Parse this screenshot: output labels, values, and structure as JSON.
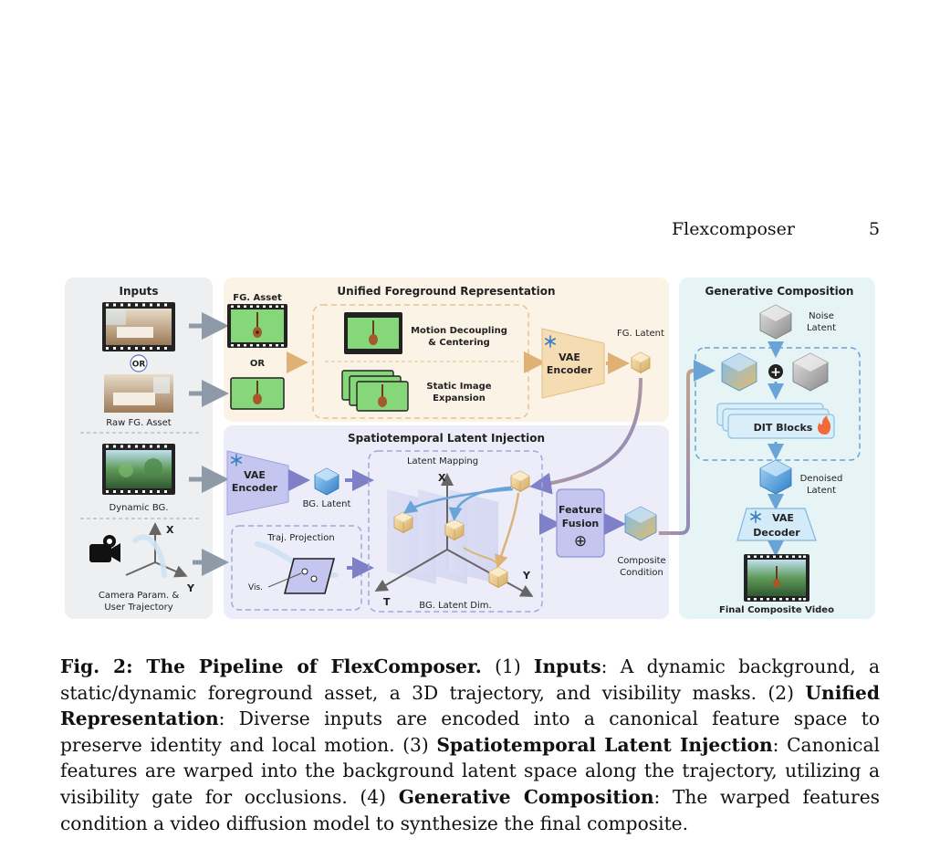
{
  "header": {
    "title": "Flexcomposer",
    "page_number": "5"
  },
  "figure": {
    "inputs": {
      "title": "Inputs",
      "or_badge": "OR",
      "raw_fg_label": "Raw FG. Asset",
      "dynamic_bg_label": "Dynamic BG.",
      "axis_x": "X",
      "axis_y": "Y",
      "camera_label_1": "Camera Param. &",
      "camera_label_2": "User Trajectory"
    },
    "unified": {
      "title": "Unified Foreground Representation",
      "fg_asset_label": "FG. Asset",
      "or_label": "OR",
      "motion_line1": "Motion Decoupling",
      "motion_line2": "& Centering",
      "static_line1": "Static Image",
      "static_line2": "Expansion",
      "vae_line1": "VAE",
      "vae_line2": "Encoder",
      "fg_latent_label": "FG. Latent"
    },
    "spatiotemporal": {
      "title": "Spatiotemporal Latent Injection",
      "vae_line1": "VAE",
      "vae_line2": "Encoder",
      "bg_latent_label": "BG. Latent",
      "traj_projection": "Traj. Projection",
      "vis_label": "Vis.",
      "latent_mapping": "Latent Mapping",
      "axis_x": "X",
      "axis_y": "Y",
      "axis_t": "T",
      "bg_latent_dim": "BG. Latent Dim.",
      "fusion_line1": "Feature",
      "fusion_line2": "Fusion",
      "fusion_symbol": "⊕",
      "composite_line1": "Composite",
      "composite_line2": "Condition"
    },
    "generative": {
      "title": "Generative Composition",
      "noise_line1": "Noise",
      "noise_line2": "Latent",
      "plus_symbol": "+",
      "dit_label": "DIT Blocks",
      "denoised_line1": "Denoised",
      "denoised_line2": "Latent",
      "vae_line1": "VAE",
      "vae_line2": "Decoder",
      "final_label": "Final Composite Video"
    }
  },
  "caption": {
    "fig_label": "Fig. 2: The Pipeline of FlexComposer.",
    "part1_num": " (1) ",
    "part1_title": "Inputs",
    "part1_text": ": A dynamic background, a static/dynamic foreground asset, a 3D trajectory, and visibility masks. (2) ",
    "part2_title": "Unified Representation",
    "part2_text": ": Diverse inputs are encoded into a canonical feature space to preserve identity and local motion. (3) ",
    "part3_title": "Spatiotemporal Latent Injection",
    "part3_text": ": Canonical features are warped into the background latent space along the trajectory, utilizing a visibility gate for occlusions. (4) ",
    "part4_title": "Generative Composition",
    "part4_text": ": The warped features condition a video diffusion model to synthesize the final composite."
  },
  "colors": {
    "inputs_panel": "#eeeff1",
    "unified_panel": "#fbf3e6",
    "spatio_panel": "#ecedf8",
    "generative_panel": "#e7f4f6",
    "vae_encoder_fill": "#f6dcb2",
    "vae_bg_fill": "#c4c6ef",
    "fusion_fill": "#c4c6ef",
    "arrow_gray": "#8e9aa8",
    "arrow_orange": "#e0b174",
    "arrow_purple": "#8080c8",
    "arrow_blue": "#6aa4d6",
    "green_screen": "#86d67a"
  },
  "icons": [
    "film-frame-icon",
    "guitar-icon",
    "snowflake-icon",
    "cube-icon",
    "camera-icon",
    "fire-icon",
    "plus-icon"
  ]
}
